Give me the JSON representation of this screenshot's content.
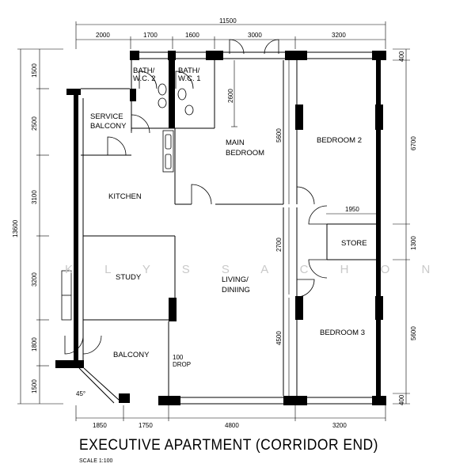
{
  "rooms": {
    "bath2_line1": "BATH/",
    "bath2_line2": "W.C. 2",
    "bath1_line1": "BATH/",
    "bath1_line2": "W.C. 1",
    "service_balcony_line1": "SERVICE",
    "service_balcony_line2": "BALCONY",
    "main_bedroom_line1": "MAIN",
    "main_bedroom_line2": "BEDROOM",
    "bedroom2": "BEDROOM 2",
    "kitchen": "KITCHEN",
    "store": "STORE",
    "study": "STUDY",
    "living_line1": "LIVING/",
    "living_line2": "DINIING",
    "bedroom3": "BEDROOM 3",
    "balcony": "BALCONY",
    "drop_line1": "100",
    "drop_line2": "DROP"
  },
  "dimensions": {
    "top_total": "11500",
    "top": [
      "2000",
      "1700",
      "1600",
      "3000",
      "3200"
    ],
    "bottom": [
      "1850",
      "1750",
      "4800",
      "3200"
    ],
    "left_total": "13600",
    "left": [
      "1500",
      "2500",
      "3100",
      "3200",
      "1800",
      "1500"
    ],
    "right": [
      "400",
      "6700",
      "1300",
      "5600",
      "400"
    ],
    "inner_2600": "2600",
    "inner_5600": "5600",
    "inner_2700": "2700",
    "inner_4500": "4500",
    "inner_1950": "1950",
    "angle": "45°"
  },
  "watermark": "K L Y S S A   C H O N G",
  "title": "EXECUTIVE APARTMENT (CORRIDOR END)",
  "scale": "SCALE  1:100"
}
